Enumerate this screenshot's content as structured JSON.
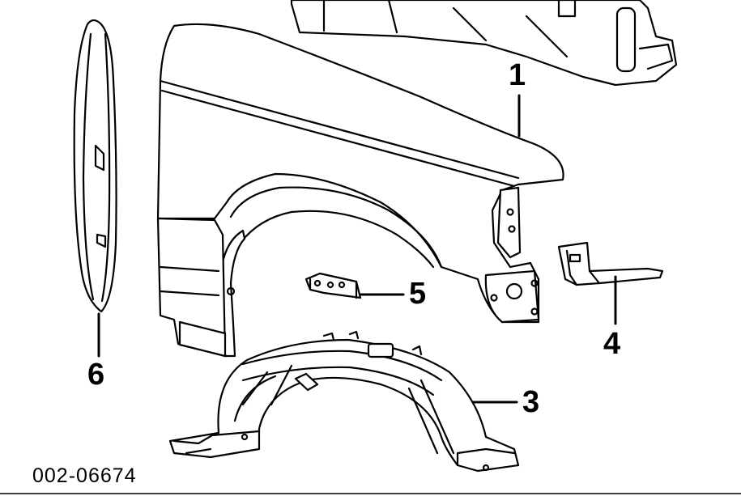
{
  "figure_id": "002-06674",
  "callouts": {
    "fender": "1",
    "splash_shield": "3",
    "bracket": "4",
    "reinforcement": "5",
    "seal": "6"
  },
  "colors": {
    "line": "#000000",
    "fill": "#ffffff"
  }
}
